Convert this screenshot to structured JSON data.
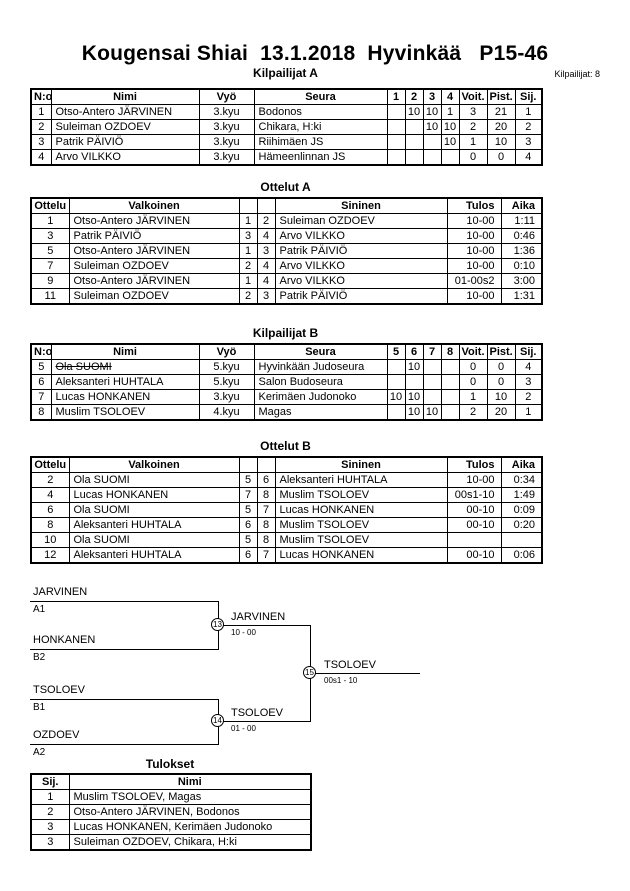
{
  "page": {
    "title": "Kougensai Shiai  13.1.2018  Hyvinkää   P15-46",
    "competitors_count_label": "Kilpailijat: 8"
  },
  "kilpailijat_a": {
    "title": "Kilpailijat A",
    "headers": [
      "N:o",
      "Nimi",
      "Vyö",
      "Seura",
      "1",
      "2",
      "3",
      "4",
      "Voit.",
      "Pist.",
      "Sij."
    ],
    "rows": [
      {
        "no": "1",
        "name": "Otso-Antero JÄRVINEN",
        "belt": "3.kyu",
        "club": "Bodonos",
        "c1": "",
        "c2": "10",
        "c3": "10",
        "c4": "1",
        "wins": "3",
        "points": "21",
        "place": "1"
      },
      {
        "no": "2",
        "name": "Suleiman OZDOEV",
        "belt": "3.kyu",
        "club": "Chikara, H:ki",
        "c1": "",
        "c2": "",
        "c3": "10",
        "c4": "10",
        "wins": "2",
        "points": "20",
        "place": "2"
      },
      {
        "no": "3",
        "name": "Patrik PÄIVIÖ",
        "belt": "3.kyu",
        "club": "Riihimäen JS",
        "c1": "",
        "c2": "",
        "c3": "",
        "c4": "10",
        "wins": "1",
        "points": "10",
        "place": "3"
      },
      {
        "no": "4",
        "name": "Arvo VILKKO",
        "belt": "3.kyu",
        "club": "Hämeenlinnan JS",
        "c1": "",
        "c2": "",
        "c3": "",
        "c4": "",
        "wins": "0",
        "points": "0",
        "place": "4"
      }
    ]
  },
  "ottelut_a": {
    "title": "Ottelut A",
    "headers": [
      "Ottelu",
      "Valkoinen",
      "",
      "",
      "Sininen",
      "Tulos",
      "Aika"
    ],
    "rows": [
      {
        "match": "1",
        "white": "Otso-Antero JÄRVINEN",
        "wn": "1",
        "bn": "2",
        "blue": "Suleiman OZDOEV",
        "result": "10-00",
        "time": "1:11"
      },
      {
        "match": "3",
        "white": "Patrik PÄIVIÖ",
        "wn": "3",
        "bn": "4",
        "blue": "Arvo VILKKO",
        "result": "10-00",
        "time": "0:46"
      },
      {
        "match": "5",
        "white": "Otso-Antero JÄRVINEN",
        "wn": "1",
        "bn": "3",
        "blue": "Patrik PÄIVIÖ",
        "result": "10-00",
        "time": "1:36"
      },
      {
        "match": "7",
        "white": "Suleiman OZDOEV",
        "wn": "2",
        "bn": "4",
        "blue": "Arvo VILKKO",
        "result": "10-00",
        "time": "0:10"
      },
      {
        "match": "9",
        "white": "Otso-Antero JÄRVINEN",
        "wn": "1",
        "bn": "4",
        "blue": "Arvo VILKKO",
        "result": "01-00s2",
        "time": "3:00"
      },
      {
        "match": "11",
        "white": "Suleiman OZDOEV",
        "wn": "2",
        "bn": "3",
        "blue": "Patrik PÄIVIÖ",
        "result": "10-00",
        "time": "1:31"
      }
    ]
  },
  "kilpailijat_b": {
    "title": "Kilpailijat B",
    "headers": [
      "N:o",
      "Nimi",
      "Vyö",
      "Seura",
      "5",
      "6",
      "7",
      "8",
      "Voit.",
      "Pist.",
      "Sij."
    ],
    "rows": [
      {
        "no": "5",
        "name": "Ola SUOMI",
        "strike": true,
        "belt": "5.kyu",
        "club": "Hyvinkään Judoseura",
        "c1": "",
        "c2": "10",
        "c3": "",
        "c4": "",
        "wins": "0",
        "points": "0",
        "place": "4"
      },
      {
        "no": "6",
        "name": "Aleksanteri HUHTALA",
        "belt": "5.kyu",
        "club": "Salon Budoseura",
        "c1": "",
        "c2": "",
        "c3": "",
        "c4": "",
        "wins": "0",
        "points": "0",
        "place": "3"
      },
      {
        "no": "7",
        "name": "Lucas HONKANEN",
        "belt": "3.kyu",
        "club": "Kerimäen Judonoko",
        "c1": "10",
        "c2": "10",
        "c3": "",
        "c4": "",
        "wins": "1",
        "points": "10",
        "place": "2"
      },
      {
        "no": "8",
        "name": "Muslim TSOLOEV",
        "belt": "4.kyu",
        "club": "Magas",
        "c1": "",
        "c2": "10",
        "c3": "10",
        "c4": "",
        "wins": "2",
        "points": "20",
        "place": "1"
      }
    ]
  },
  "ottelut_b": {
    "title": "Ottelut B",
    "headers": [
      "Ottelu",
      "Valkoinen",
      "",
      "",
      "Sininen",
      "Tulos",
      "Aika"
    ],
    "rows": [
      {
        "match": "2",
        "white": "Ola SUOMI",
        "wn": "5",
        "bn": "6",
        "blue": "Aleksanteri HUHTALA",
        "result": "10-00",
        "time": "0:34"
      },
      {
        "match": "4",
        "white": "Lucas HONKANEN",
        "wn": "7",
        "bn": "8",
        "blue": "Muslim TSOLOEV",
        "result": "00s1-10",
        "time": "1:49"
      },
      {
        "match": "6",
        "white": "Ola SUOMI",
        "wn": "5",
        "bn": "7",
        "blue": "Lucas HONKANEN",
        "result": "00-10",
        "time": "0:09"
      },
      {
        "match": "8",
        "white": "Aleksanteri HUHTALA",
        "wn": "6",
        "bn": "8",
        "blue": "Muslim TSOLOEV",
        "result": "00-10",
        "time": "0:20"
      },
      {
        "match": "10",
        "white": "Ola SUOMI",
        "wn": "5",
        "bn": "8",
        "blue": "Muslim TSOLOEV",
        "result": "",
        "time": ""
      },
      {
        "match": "12",
        "white": "Aleksanteri HUHTALA",
        "wn": "6",
        "bn": "7",
        "blue": "Lucas HONKANEN",
        "result": "00-10",
        "time": "0:06"
      }
    ]
  },
  "bracket": {
    "slots": [
      {
        "name": "JARVINEN",
        "seed": "A1"
      },
      {
        "name": "HONKANEN",
        "seed": "B2"
      },
      {
        "name": "TSOLOEV",
        "seed": "B1"
      },
      {
        "name": "OZDOEV",
        "seed": "A2"
      }
    ],
    "matches": [
      {
        "number": "13",
        "winner": "JARVINEN",
        "score": "10 - 00"
      },
      {
        "number": "14",
        "winner": "TSOLOEV",
        "score": "01 - 00"
      },
      {
        "number": "15",
        "winner": "TSOLOEV",
        "score": "00s1 - 10"
      }
    ]
  },
  "tulokset": {
    "title": "Tulokset",
    "headers": [
      "Sij.",
      "Nimi"
    ],
    "rows": [
      {
        "place": "1",
        "name": "Muslim TSOLOEV, Magas"
      },
      {
        "place": "2",
        "name": "Otso-Antero JÄRVINEN, Bodonos"
      },
      {
        "place": "3",
        "name": "Lucas HONKANEN, Kerimäen Judonoko"
      },
      {
        "place": "3",
        "name": "Suleiman OZDOEV, Chikara, H:ki"
      }
    ]
  }
}
